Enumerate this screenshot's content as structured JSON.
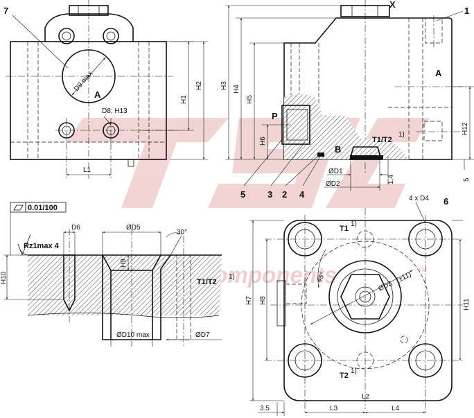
{
  "watermark": {
    "line1": "Fluid System Components",
    "tm": "TM",
    "color": "#d98a8a"
  },
  "front_view": {
    "callout": "7",
    "port": "A",
    "hole_dia": "D9 max",
    "bolt_hole": "D8; H13",
    "width_label": "L1",
    "height_labels": [
      "H1",
      "H2"
    ]
  },
  "side_view": {
    "callouts": [
      "1",
      "5",
      "3",
      "2",
      "4"
    ],
    "top_mark": "X",
    "port_a": "A",
    "port_p": "P",
    "port_b": "B",
    "port_t": "T1/T2",
    "sup": "1)",
    "heights": [
      "H3",
      "H4",
      "H5",
      "H6",
      "H12"
    ],
    "dia_labels": [
      "ØD1",
      "ØD2"
    ],
    "small_dims": [
      "1,4",
      "5"
    ]
  },
  "section_view": {
    "flatness": "0.01/100",
    "roughness": "Rz1max 4",
    "labels": [
      "D6",
      "ØD5",
      "30°",
      "H9",
      "H10",
      "T1/T2",
      "ØD10 max",
      "ØD7"
    ],
    "sup": "1)"
  },
  "plan_view": {
    "callout": "6",
    "holes": "4 x D4",
    "ports": [
      "T1",
      "T2"
    ],
    "sup": "1)",
    "angle": "45°",
    "dia": "ØD3",
    "tolerance": "(±11)",
    "heights": [
      "H7",
      "H8",
      "H11"
    ],
    "widths": [
      "3.5",
      "L3",
      "L2",
      "L4"
    ]
  }
}
